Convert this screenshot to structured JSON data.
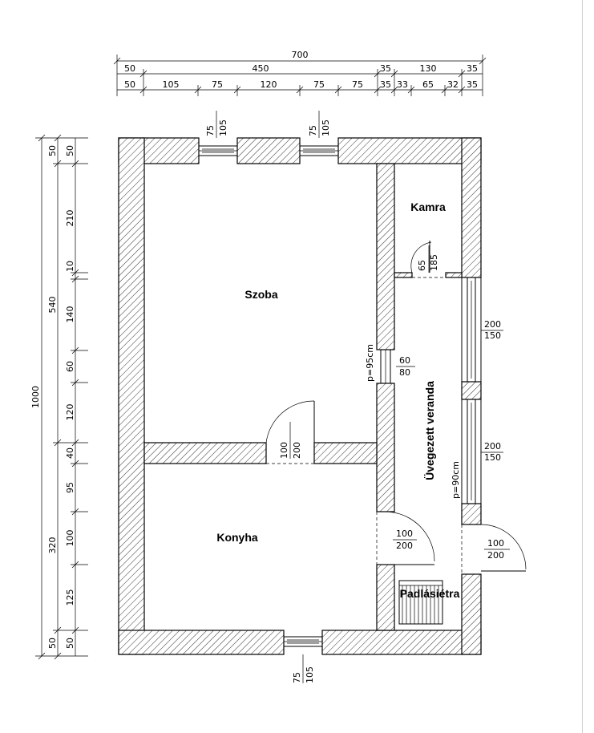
{
  "rooms": {
    "szoba": "Szoba",
    "kamra": "Kamra",
    "konyha": "Konyha",
    "veranda": "Üvegezett veranda",
    "padlas": "Padlásiétra"
  },
  "dims_top": {
    "total": "700",
    "row2": [
      "50",
      "450",
      "35",
      "130",
      "35"
    ],
    "row3": [
      "50",
      "105",
      "75",
      "120",
      "75",
      "75",
      "35",
      "33",
      "65",
      "32",
      "35"
    ]
  },
  "dims_left": {
    "total": "1000",
    "row2": [
      "50",
      "540",
      "320",
      "50"
    ],
    "row3": [
      "50",
      "210",
      "10",
      "140",
      "60",
      "120",
      "40",
      "95",
      "100",
      "125",
      "50"
    ]
  },
  "openings": {
    "win1_w": "75",
    "win1_h": "105",
    "win2_w": "75",
    "win2_h": "105",
    "win_bottom_w": "75",
    "win_bottom_h": "105",
    "kamra_door_w": "65",
    "kamra_door_h": "185",
    "inner_win_w": "60",
    "inner_win_h": "80",
    "szoba_door_w": "100",
    "szoba_door_h": "200",
    "konyha_door_w": "100",
    "konyha_door_h": "200",
    "entry_door_w": "100",
    "entry_door_h": "200",
    "veranda_win1_w": "200",
    "veranda_win1_h": "150",
    "veranda_win2_w": "200",
    "veranda_win2_h": "150",
    "parapet1": "p=95cm",
    "parapet2": "p=90cm"
  }
}
